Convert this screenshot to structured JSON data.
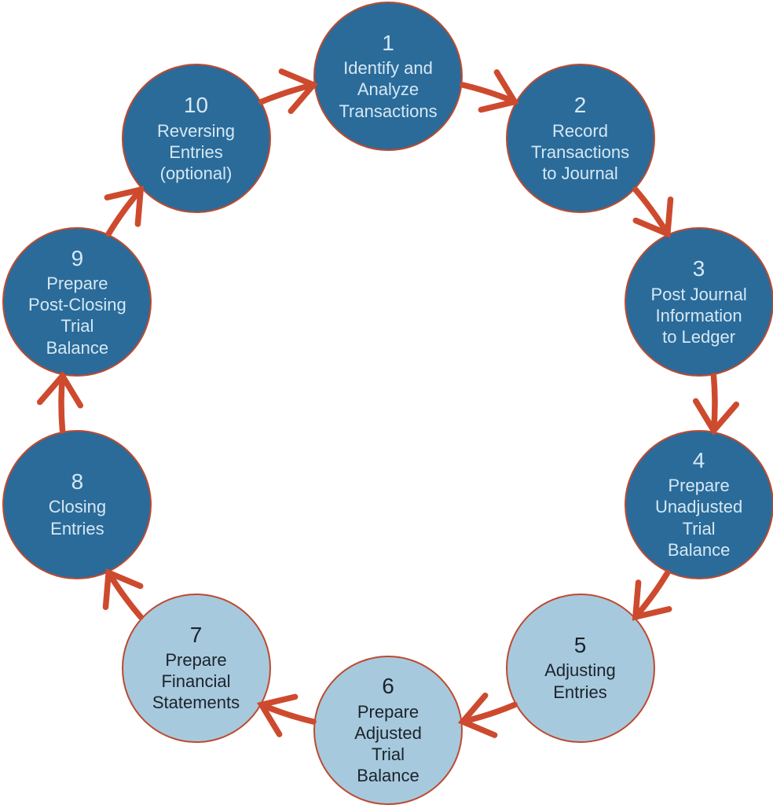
{
  "diagram": {
    "name": "accounting-cycle-diagram",
    "background": "#ffffff",
    "colors": {
      "node_fill_dark": "#2a6b9a",
      "node_fill_light": "#a7c9dd",
      "node_border": "#bc4a30",
      "arrow": "#ce4a2e",
      "text_on_dark": "#d6e8f3",
      "text_on_light": "#1b232c"
    },
    "steps": [
      {
        "number": "1",
        "label": "Identify and\nAnalyze\nTransactions",
        "variant": "dark"
      },
      {
        "number": "2",
        "label": "Record\nTransactions\nto Journal",
        "variant": "dark"
      },
      {
        "number": "3",
        "label": "Post Journal\nInformation\nto Ledger",
        "variant": "dark"
      },
      {
        "number": "4",
        "label": "Prepare\nUnadjusted\nTrial\nBalance",
        "variant": "dark"
      },
      {
        "number": "5",
        "label": "Adjusting\nEntries",
        "variant": "light"
      },
      {
        "number": "6",
        "label": "Prepare\nAdjusted\nTrial\nBalance",
        "variant": "light"
      },
      {
        "number": "7",
        "label": "Prepare\nFinancial\nStatements",
        "variant": "light"
      },
      {
        "number": "8",
        "label": "Closing\nEntries",
        "variant": "dark"
      },
      {
        "number": "9",
        "label": "Prepare\nPost-Closing\nTrial\nBalance",
        "variant": "dark"
      },
      {
        "number": "10",
        "label": "Reversing\nEntries\n(optional)",
        "variant": "dark"
      }
    ],
    "flow": [
      [
        1,
        2
      ],
      [
        2,
        3
      ],
      [
        3,
        4
      ],
      [
        4,
        5
      ],
      [
        5,
        6
      ],
      [
        6,
        7
      ],
      [
        7,
        8
      ],
      [
        8,
        9
      ],
      [
        9,
        10
      ],
      [
        10,
        1
      ]
    ]
  }
}
